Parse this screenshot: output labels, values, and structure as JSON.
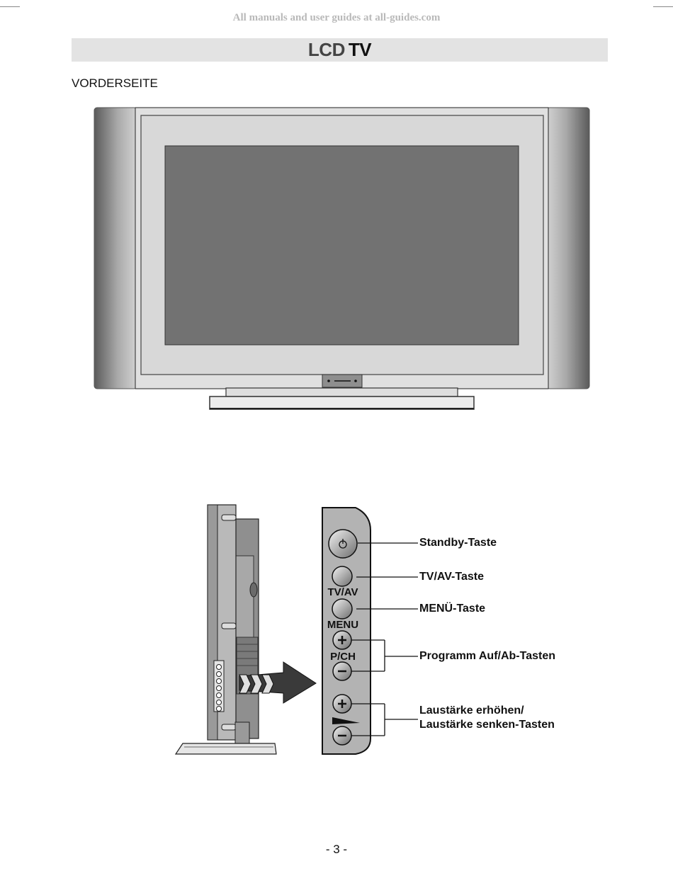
{
  "watermark": "All manuals and user guides at all-guides.com",
  "header": {
    "title_part1": "LCD",
    "title_part2": "TV"
  },
  "section": {
    "heading": "VORDERSEITE"
  },
  "panel": {
    "labels": {
      "tvav": "TV/AV",
      "menu": "MENU",
      "pch": "P/CH"
    },
    "callouts": {
      "standby": "Standby-Taste",
      "tvav": "TV/AV-Taste",
      "menu": "MENÜ-Taste",
      "program": "Programm Auf/Ab-Tasten",
      "volume_line1": "Laustärke erhöhen/",
      "volume_line2": "Laustärke senken-Tasten"
    }
  },
  "footer": {
    "page_number": "- 3 -"
  }
}
